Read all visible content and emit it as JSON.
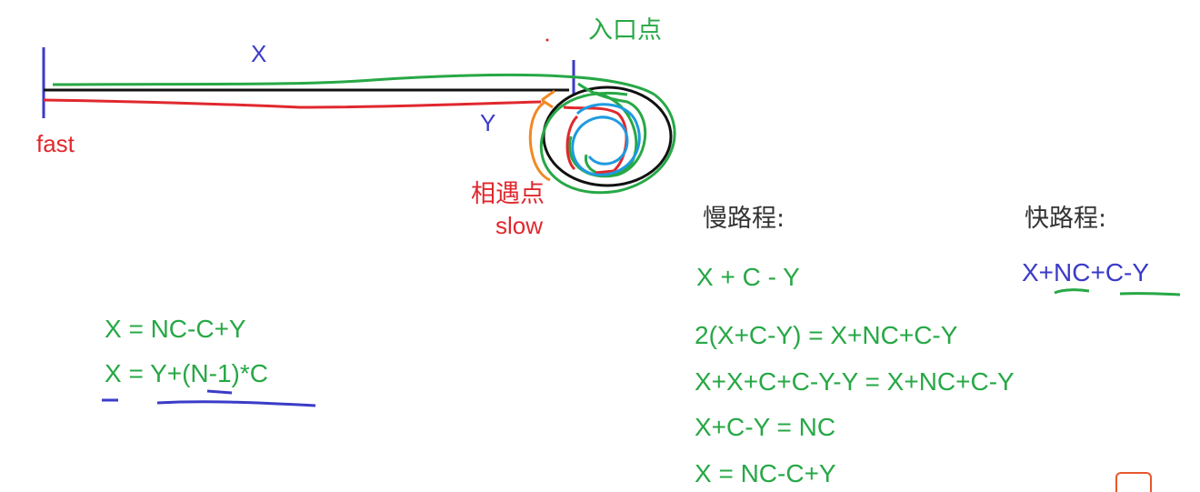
{
  "diagram": {
    "label_x": "X",
    "label_y": "Y",
    "label_fast": "fast",
    "label_slow": "slow",
    "label_entry": "入口点",
    "label_meet": "相遇点"
  },
  "left_equations": {
    "line1": "X = NC-C+Y",
    "line2": "X = Y+(N-1)*C"
  },
  "slow_path": {
    "heading": "慢路程:",
    "expr": "X + C - Y"
  },
  "fast_path": {
    "heading": "快路程:",
    "expr": "X+NC+C-Y"
  },
  "derivation": {
    "step1": "2(X+C-Y) = X+NC+C-Y",
    "step2": "X+X+C+C-Y-Y = X+NC+C-Y",
    "step3": "X+C-Y = NC",
    "step4": "X = NC-C+Y"
  },
  "colors": {
    "blue": "#3b3bc8",
    "red": "#e0282e",
    "green": "#27a846",
    "orange": "#f08a24",
    "cyan": "#1e9be0",
    "black": "#111111"
  },
  "watermark_icon": "csdn-logo-icon"
}
